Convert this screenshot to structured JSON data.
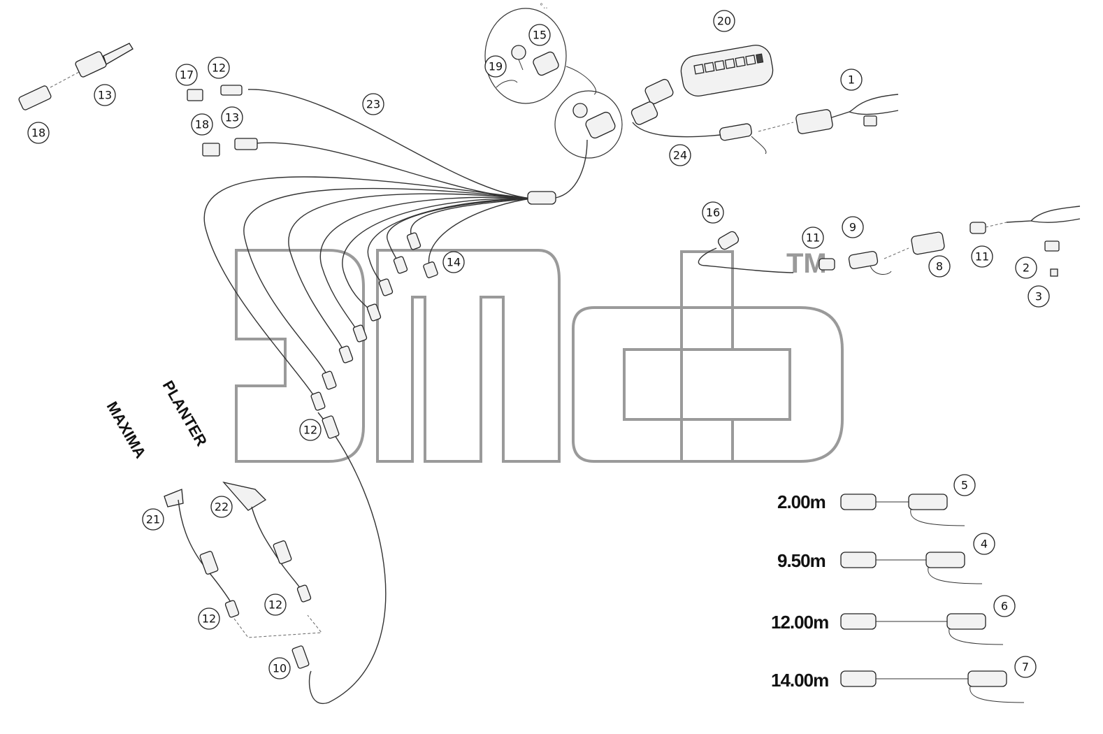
{
  "watermark": {
    "text": "SMCP",
    "tm": "TM"
  },
  "variants": {
    "maxima": "MAXIMA",
    "planter": "PLANTER"
  },
  "lengths": {
    "l5": "2.00m",
    "l4": "9.50m",
    "l6": "12.00m",
    "l7": "14.00m"
  },
  "callouts": {
    "c1": "1",
    "c2": "2",
    "c3": "3",
    "c4": "4",
    "c5": "5",
    "c6": "6",
    "c7": "7",
    "c8": "8",
    "c9": "9",
    "c10": "10",
    "c11a": "11",
    "c11b": "11",
    "c12a": "12",
    "c12b": "12",
    "c12c": "12",
    "c12d": "12",
    "c13a": "13",
    "c13b": "13",
    "c14": "14",
    "c15": "15",
    "c16": "16",
    "c17": "17",
    "c18a": "18",
    "c18b": "18",
    "c19": "19",
    "c20": "20",
    "c21": "21",
    "c22": "22",
    "c23": "23",
    "c24": "24"
  },
  "colors": {
    "line": "#333333",
    "watermark": "#9a9a9a"
  }
}
